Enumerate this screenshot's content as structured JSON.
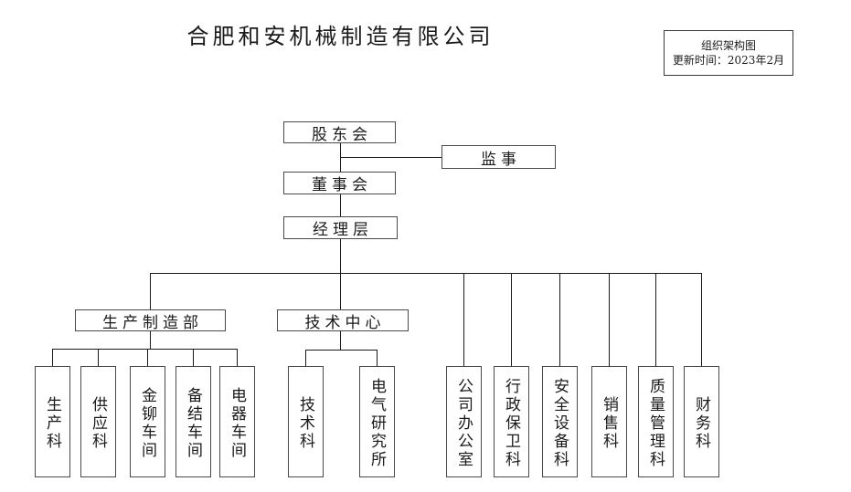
{
  "title": "合肥和安机械制造有限公司",
  "info_box": {
    "line1": "组织架构图",
    "line2": "更新时间：2023年2月"
  },
  "nodes": {
    "shareholders": "股东会",
    "supervisor": "监事",
    "board": "董事会",
    "management": "经理层",
    "production_dept": "生产制造部",
    "tech_center": "技术中心"
  },
  "production_children": [
    "生产科",
    "供应科",
    "金铆车间",
    "备结车间",
    "电器车间"
  ],
  "tech_children": [
    "技术科",
    "电气研究所"
  ],
  "direct_children": [
    "公司办公室",
    "行政保卫科",
    "安全设备科",
    "销售科",
    "质量管理科",
    "财务科"
  ],
  "colors": {
    "background": "#ffffff",
    "line": "#1a1a1a",
    "box_border": "#4a4a4a",
    "text": "#1a1a1a"
  }
}
